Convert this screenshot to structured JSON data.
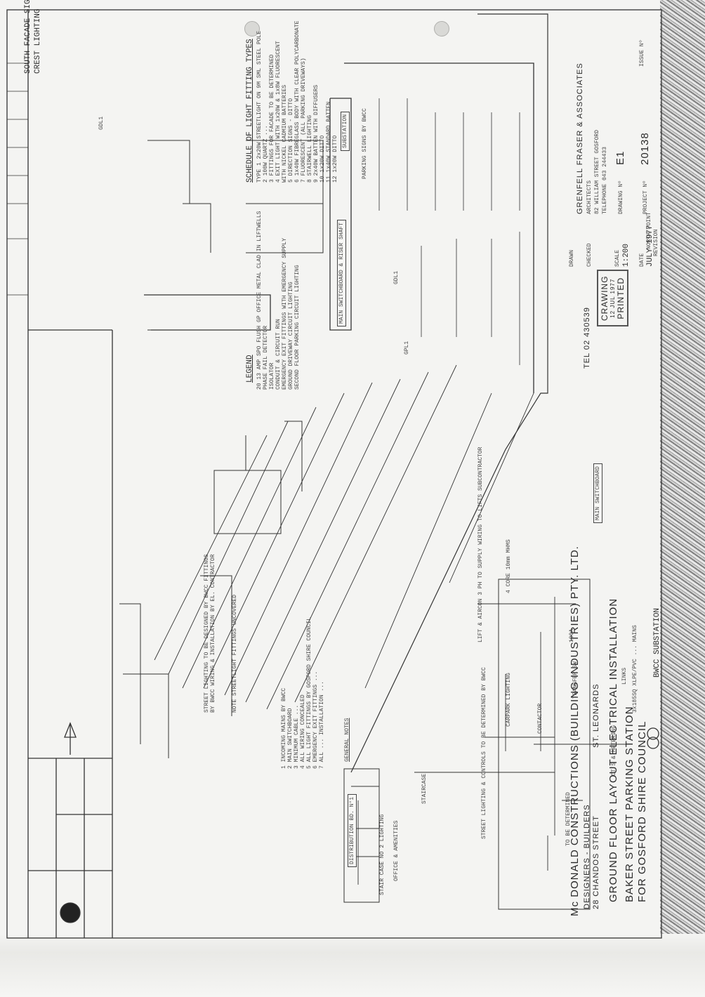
{
  "title_block": {
    "company": "Mc DONALD CONSTRUCTIONS (BUILDING INDUSTRIES) PTY. LTD.",
    "company_sub": "DESIGNERS - BUILDERS",
    "address": "28 CHANDOS STREET",
    "suburb": "ST. LEONARDS",
    "tel": "TEL 02 430539",
    "drawing_title": "GROUND FLOOR LAYOUT ELECTRICAL INSTALLATION",
    "project_line1": "BAKER STREET PARKING STATION",
    "project_line2": "FOR GOSFORD SHIRE COUNCIL",
    "architects": "GRENFELL FRASER & ASSOCIATES",
    "architects_sub": "ARCHITECTS",
    "architects_addr": "82 WILLIAM STREET GOSFORD",
    "architects_tel": "TELEPHONE 043 244433",
    "drawn_label": "DRAWN",
    "checked_label": "CHECKED",
    "scale_label": "SCALE",
    "scale_value": "1:200",
    "date_label": "DATE",
    "date_value": "JULY 1977",
    "drawing_no_label": "DRAWING Nº",
    "drawing_no": "E1",
    "project_no_label": "PROJECT Nº",
    "project_no": "20138",
    "north_label": "NORTH POINT",
    "stamp_title": "CRAWING",
    "stamp_date": "12 JUL 1977",
    "stamp_printed": "PRINTED",
    "issue_label": "ISSUE Nº",
    "revision_label": "REVISION"
  },
  "schedule": {
    "heading": "SCHEDULE OF LIGHT FITTING TYPES",
    "items": [
      "TYPE 1  2x20W STREETLIGHT ON 9M SML STEEL POLE",
      "2  100W QUARTZ ... ",
      "3  FITTINGS FOR FACADE TO BE DETERMINED",
      "4  EXIT LIGHT WITH 1x20W & 1x8W FLUORESCENT",
      "   WITH NICKEL CADMIUM BATTERIES",
      "5  DIRECTION SIGNS - DITTO",
      "6  1x40W FIBREGLASS BODY WITH CLEAR POLYCARBONATE",
      "7  FLUORESCENT (ALL PARKING DRIVEWAYS)",
      "8  STAIRWELL LIGHTING",
      "9  2x40W BATTEN WITH DIFFUSERS",
      "10 1x20W DITTO",
      "11 1x40W STANDARD BATTEN",
      "12 1x20W DITTO"
    ]
  },
  "legend": {
    "heading": "LEGEND",
    "items": [
      "20 13 AMP SPO FLUSH GP OFFICE METAL CLAD IN LIFTWELLS",
      "PHASE FAIL DETECTOR",
      "ISOLATOR",
      "CONDUIT & CIRCUIT RUN",
      "EMERGENCY EXIT FITTINGS WITH EMERGENCY SUPPLY",
      "GROUND DRIVEWAY CIRCUIT LIGHTING",
      "SECOND FLOOR PARKING CIRCUIT LIGHTING"
    ]
  },
  "plan_labels": {
    "south_facade": "SOUTH FACADE SIGNS &",
    "crest_lighting": "CREST LIGHTING",
    "substation": "SUBSTATION",
    "main_switchboard_riser": "MAIN SWITCHBOARD & RISER SHAFT",
    "gdl1": "GDL1",
    "gpl1": "GPL1",
    "parking_signs": "PARKING SIGNS BY BWCC"
  },
  "schematic": {
    "bwcc_substation": "BWCC SUBSTATION",
    "supply_note": "3x185SQ XLPE/PVC  ... MAINS",
    "links": "LINKS",
    "ct_metering": "CT'S & METERING",
    "main_switchboard": "MAIN SWITCHBOARD",
    "mains_cable": "4 CORE 10mm MHMS",
    "lift_note": "LIFT & AIRCON 3 PH TO SUPPLY WIRING TO LIFTS SUBCONTRACTOR",
    "transfer_switch": "TRANSFER SW",
    "contactor": "CONTACTOR",
    "fuses": "100A",
    "street_lighting_note": "STREET LIGHTING TO BE DESIGNED BY BWCC FITTINGS BY BWCC WIRING & INSTALLATION BY EL. CONTRACTOR",
    "streetlight_note": "NOTE STREETLIGHT FITTINGS UNCOVERED",
    "general_notes_heading": "GENERAL NOTES",
    "general_notes": [
      "1 INCOMING MAINS BY BWCC",
      "2 MAIN SWITCHBOARD",
      "3 MINIMUM CABLE ...",
      "4 ALL WIRING CONCEALED",
      "5 ALL LIGHT FITTINGS BY GOSFORD SHIRE COUNCIL",
      "6 EMERGENCY EXIT FITTINGS ...",
      "7 ALL ... INSTALLATION ..."
    ],
    "distribution_board": "DISTRIBUTION BD. N°1",
    "stair_case": "STAIRCASE",
    "car_park": "CARPARK LIGHTING",
    "to_be_determined": "TO BE DETERMINED",
    "street_lighting": "STREET LIGHTING & CONTROLS TO BE DETERMINED BY BWCC",
    "office_note": "OFFICE & AMENITIES",
    "stair_case_no2": "STAIR CASE NO 2 LIGHTING"
  }
}
